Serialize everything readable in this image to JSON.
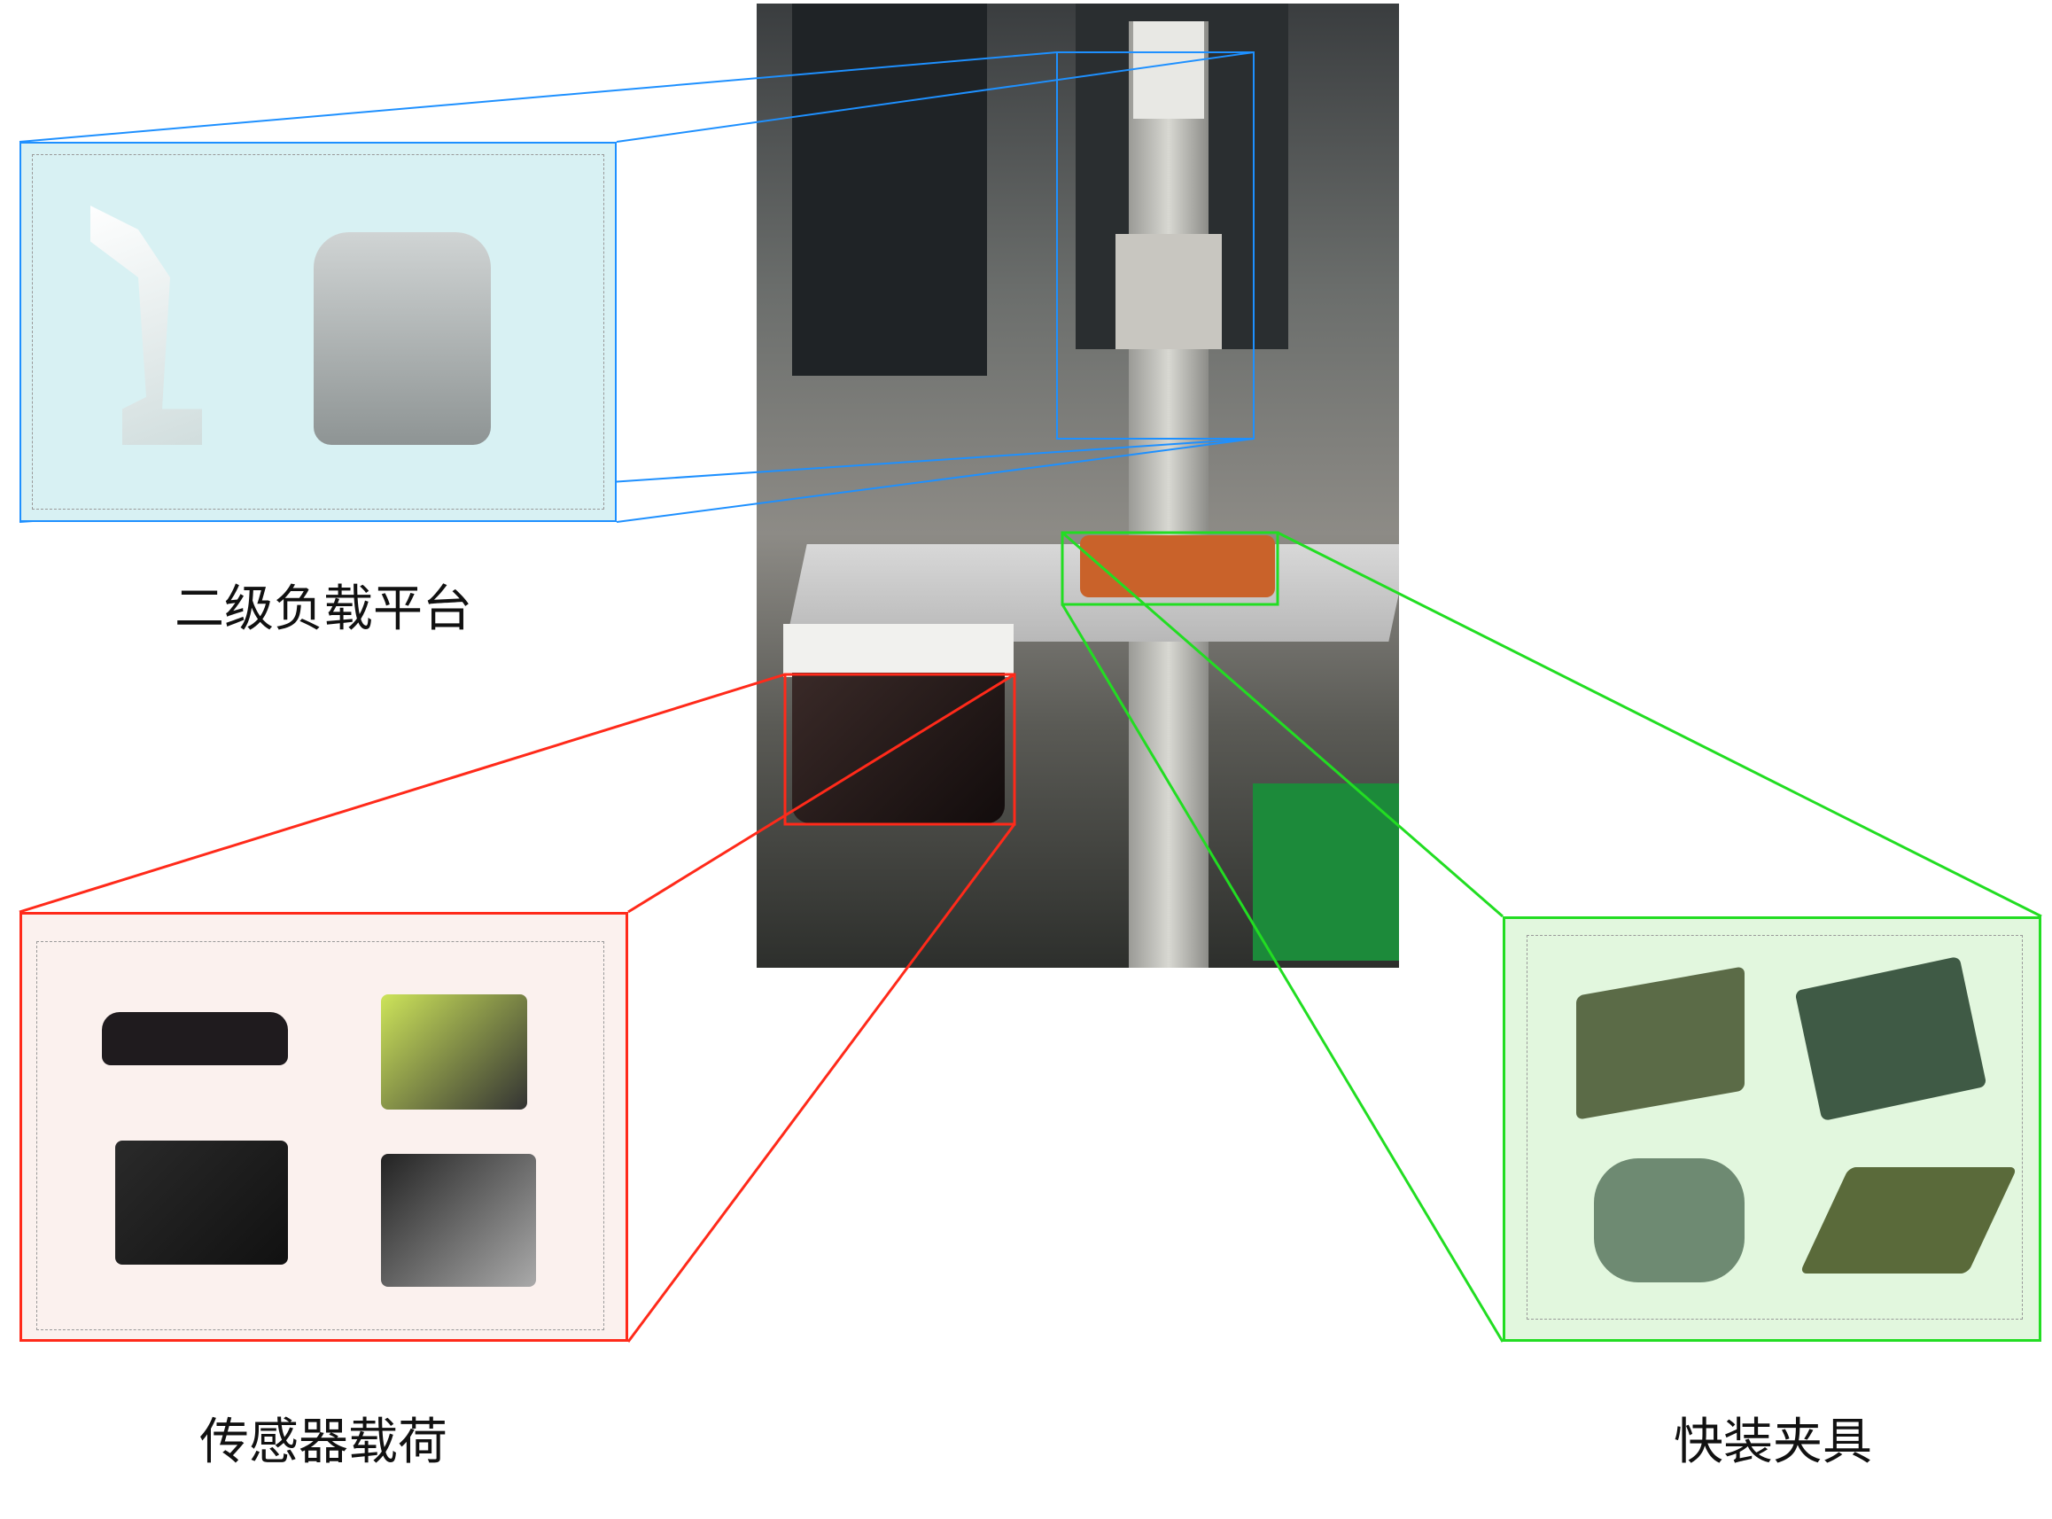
{
  "labels": {
    "secondary_platform": "二级负载平台",
    "sensor_payload": "传感器载荷",
    "quick_fixture": "快装夹具"
  },
  "colors": {
    "blue": "#1e90ff",
    "red": "#ff2a1a",
    "green": "#22dd22"
  }
}
